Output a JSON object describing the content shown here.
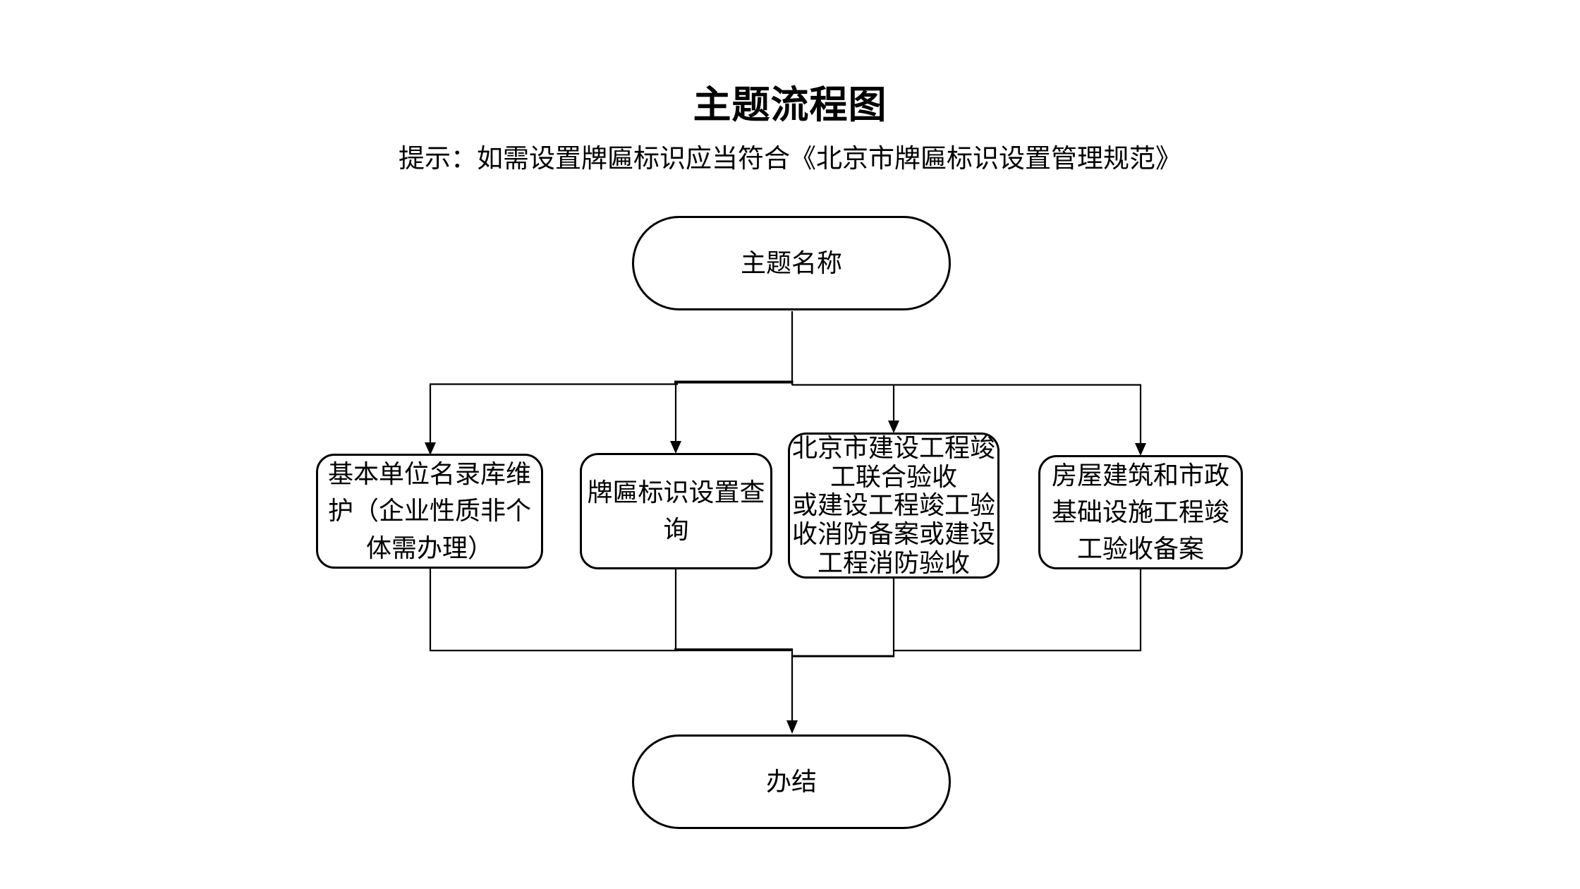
{
  "page": {
    "title": "主题流程图",
    "hint": "提示：如需设置牌匾标识应当符合《北京市牌匾标识设置管理规范》"
  },
  "flowchart": {
    "start_node": {
      "label": "主题名称"
    },
    "branch_nodes": [
      {
        "label": "基本单位名录库维护（企业性质非个体需办理）"
      },
      {
        "label": "牌匾标识设置查询"
      },
      {
        "label_line1": "北京市建设工程竣工联合验收",
        "label_line2": "或建设工程竣工验收消防备案或建设工程消防验收"
      },
      {
        "label": "房屋建筑和市政基础设施工程竣工验收备案"
      }
    ],
    "end_node": {
      "label": "办结"
    },
    "colors": {
      "line": "#000000",
      "node_border": "#000000",
      "text": "#000000",
      "background": "#ffffff"
    }
  }
}
